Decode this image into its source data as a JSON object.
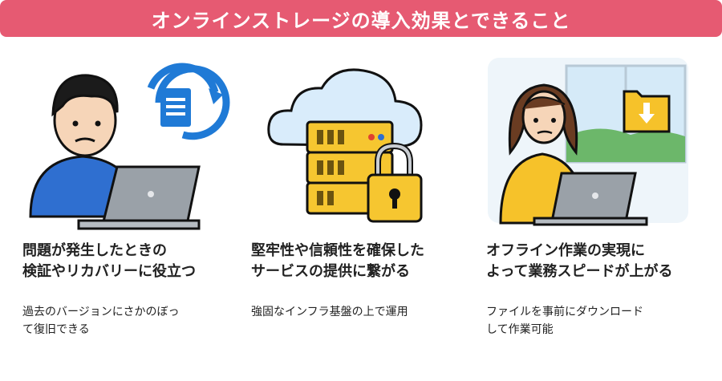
{
  "banner": {
    "title": "オンラインストレージの導入効果とできること"
  },
  "columns": [
    {
      "illustration": "person-with-laptop-and-document-sync-icon",
      "heading": [
        "問題が発生したときの",
        "検証やリカバリーに役立つ"
      ],
      "description": [
        "過去のバージョンにさかのぼっ",
        "て復旧できる"
      ]
    },
    {
      "illustration": "cloud-server-with-padlock-icon",
      "heading": [
        "堅牢性や信頼性を確保した",
        "サービスの提供に繋がる"
      ],
      "description": [
        "強固なインフラ基盤の上で運用"
      ]
    },
    {
      "illustration": "woman-working-offline-with-download-folder-icon",
      "heading": [
        "オフライン作業の実現に",
        "よって業務スピードが上がる"
      ],
      "description": [
        "ファイルを事前にダウンロード",
        "して作業可能"
      ]
    }
  ],
  "colors": {
    "banner": "#e65a72",
    "accent_blue": "#1f7ad6",
    "server_yellow": "#f6c630",
    "sweater_yellow": "#f6c22a",
    "shirt_blue": "#2f6fd0"
  }
}
